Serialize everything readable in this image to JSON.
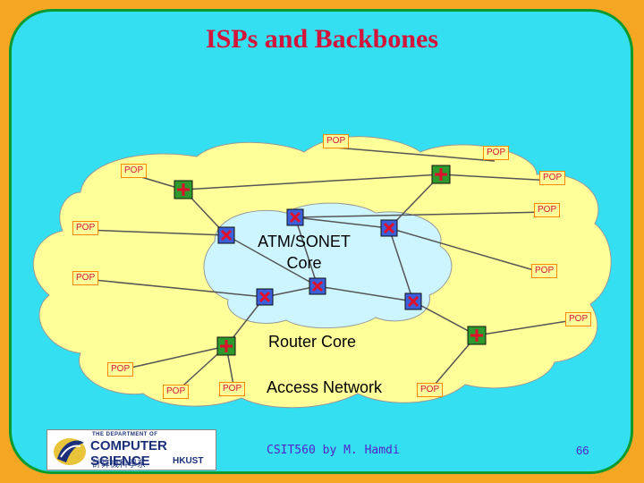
{
  "title": "ISPs and Backbones",
  "labels": {
    "core": "ATM/SONET Core",
    "router_core": "Router Core",
    "access_network": "Access Network"
  },
  "pop_label": "POP",
  "footer": "CSIT560 by M. Hamdi",
  "page_number": "66",
  "logo": {
    "dept": "THE DEPARTMENT OF",
    "name": "COMPUTER SCIENCE",
    "chinese": "計算機科學系",
    "school": "HKUST"
  },
  "colors": {
    "background": "#f5a623",
    "slide": "#33dff0",
    "access_cloud": "#ffff99",
    "core_cloud": "#ccf5ff",
    "title": "#d4133a",
    "node": "#3a5fd9",
    "router": "#2e9a2e"
  }
}
